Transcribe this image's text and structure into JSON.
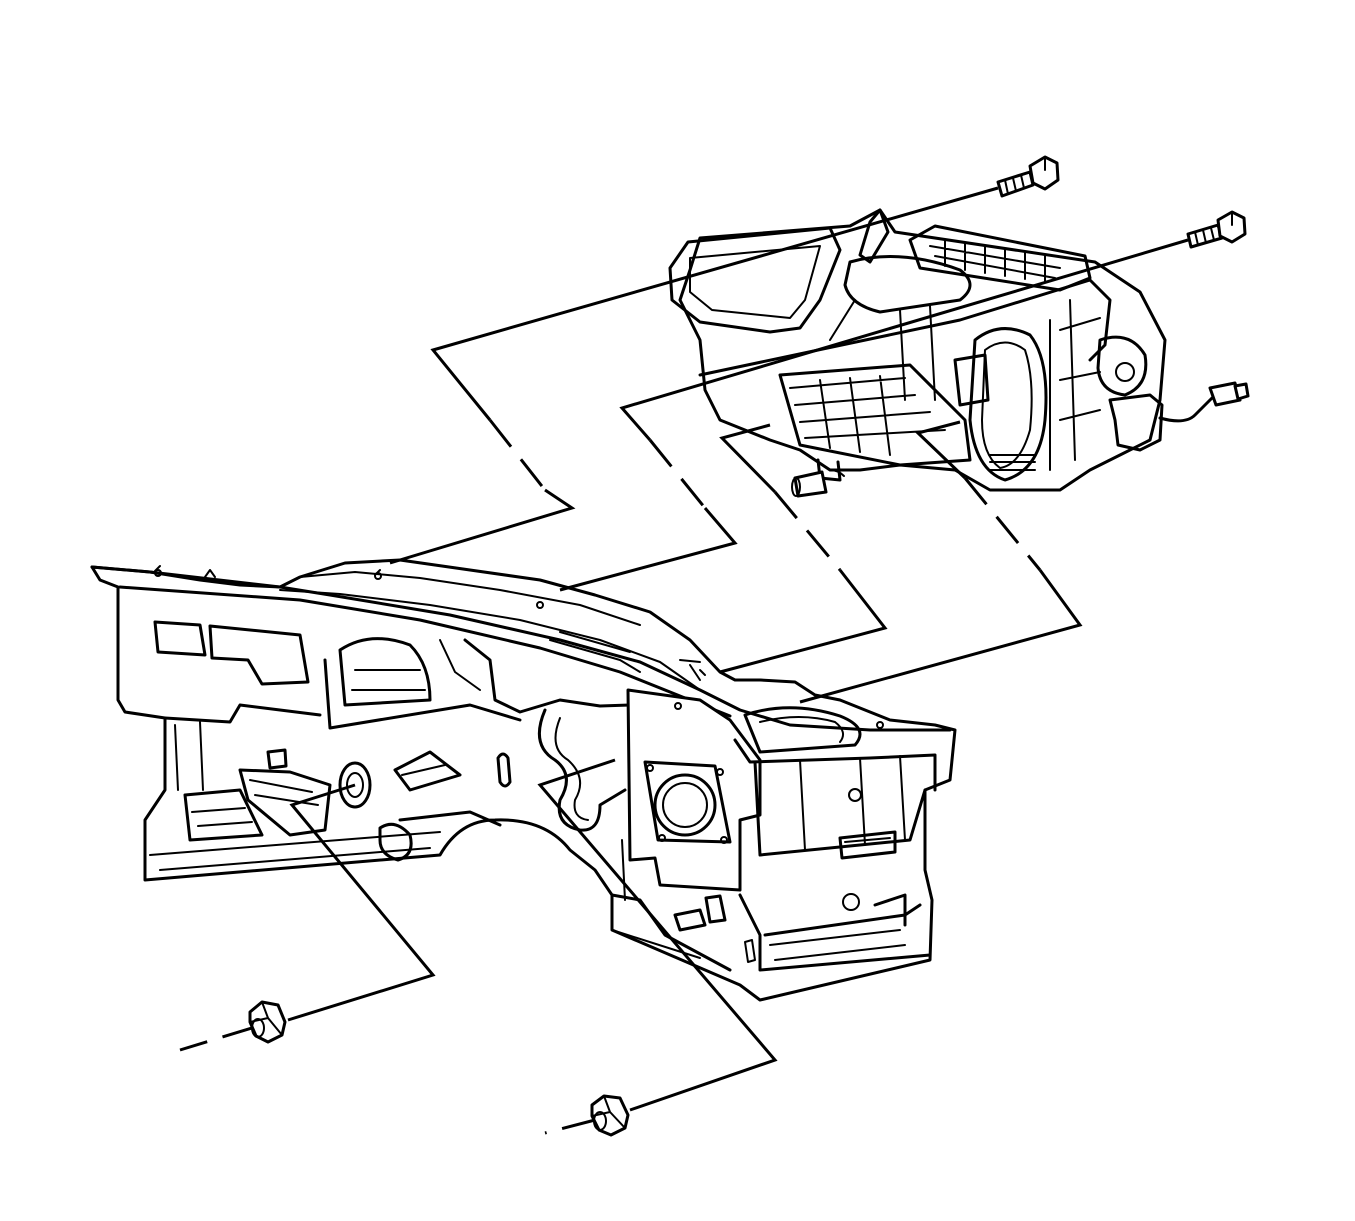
{
  "diagram": {
    "components": [
      {
        "id": "hvac-module",
        "icon": "hvac-module-assembly"
      },
      {
        "id": "dash-panel",
        "icon": "dash-panel-bulkhead"
      },
      {
        "id": "bolt-upper-left",
        "icon": "hex-flange-bolt"
      },
      {
        "id": "bolt-upper-right",
        "icon": "hex-flange-bolt"
      },
      {
        "id": "nut-lower-left",
        "icon": "hex-flange-nut"
      },
      {
        "id": "nut-lower-right",
        "icon": "hex-flange-nut"
      }
    ],
    "line_color": "#000000",
    "background": "#ffffff"
  }
}
